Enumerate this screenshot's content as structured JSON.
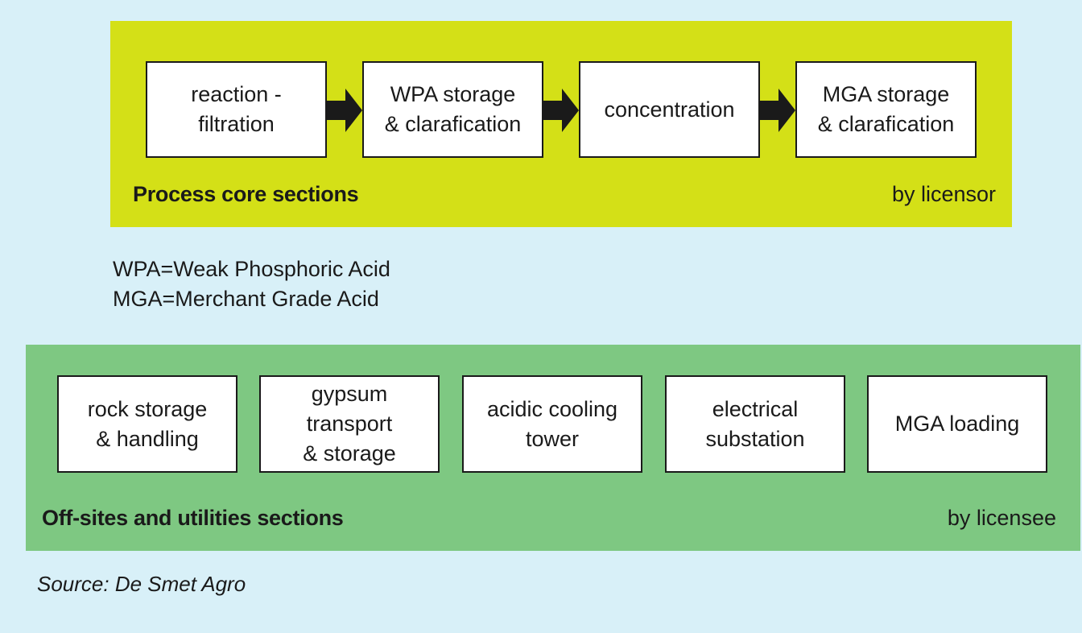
{
  "colors": {
    "background": "#d8f0f8",
    "core_panel": "#d4e017",
    "offsite_panel": "#7ec882",
    "box_fill": "#ffffff",
    "box_border": "#1a1a1a",
    "arrow": "#1a1a1a"
  },
  "core": {
    "boxes": [
      "reaction -\nfiltration",
      "WPA storage\n& clarafication",
      "concentration",
      "MGA storage\n& clarafication"
    ],
    "title": "Process core sections",
    "owner": "by licensor"
  },
  "legend": [
    "WPA=Weak Phosphoric Acid",
    "MGA=Merchant Grade Acid"
  ],
  "offsite": {
    "boxes": [
      "rock storage\n& handling",
      "gypsum transport\n& storage",
      "acidic cooling\ntower",
      "electrical\nsubstation",
      "MGA loading"
    ],
    "title": "Off-sites and utilities sections",
    "owner": "by licensee"
  },
  "source": "Source: De Smet Agro"
}
